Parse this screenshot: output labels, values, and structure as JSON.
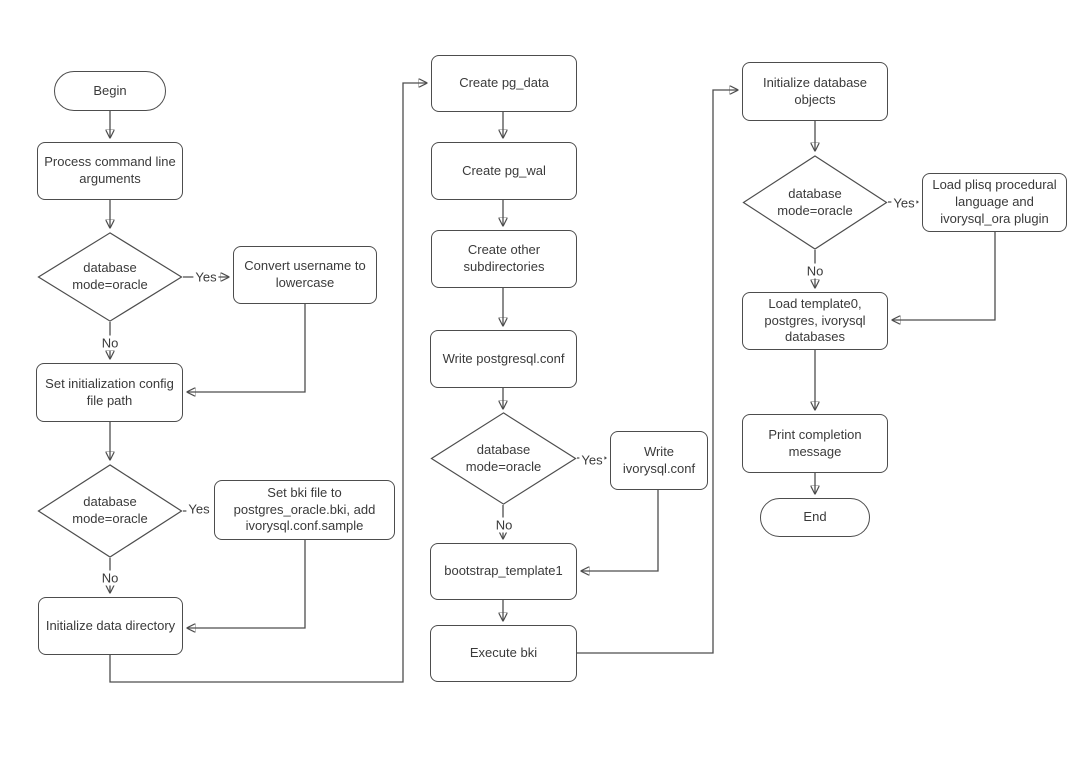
{
  "colors": {
    "background": "#ffffff",
    "node_fill": "#ffffff",
    "stroke": "#4d4d4d",
    "text": "#3a3a3a"
  },
  "nodes": {
    "begin": {
      "label": "Begin",
      "shape": "stadium"
    },
    "process_args": {
      "label": "Process command line arguments",
      "shape": "rect"
    },
    "decision1": {
      "label": "database mode=oracle",
      "shape": "diamond"
    },
    "convert_username": {
      "label": "Convert username to lowercase",
      "shape": "rect"
    },
    "set_init_config": {
      "label": "Set initialization config file path",
      "shape": "rect"
    },
    "decision2": {
      "label": "database mode=oracle",
      "shape": "diamond"
    },
    "set_bki": {
      "label": "Set bki file to postgres_oracle.bki, add ivorysql.conf.sample",
      "shape": "rect"
    },
    "init_data_dir": {
      "label": "Initialize data directory",
      "shape": "rect"
    },
    "create_pg_data": {
      "label": "Create pg_data",
      "shape": "rect"
    },
    "create_pg_wal": {
      "label": "Create pg_wal",
      "shape": "rect"
    },
    "create_subdirs": {
      "label": "Create other subdirectories",
      "shape": "rect"
    },
    "write_postgresql_conf": {
      "label": "Write postgresql.conf",
      "shape": "rect"
    },
    "decision3": {
      "label": "database mode=oracle",
      "shape": "diamond"
    },
    "write_ivorysql_conf": {
      "label": "Write ivorysql.conf",
      "shape": "rect"
    },
    "bootstrap_template1": {
      "label": "bootstrap_template1",
      "shape": "rect"
    },
    "execute_bki": {
      "label": "Execute bki",
      "shape": "rect"
    },
    "init_db_objects": {
      "label": "Initialize database objects",
      "shape": "rect"
    },
    "decision4": {
      "label": "database mode=oracle",
      "shape": "diamond"
    },
    "load_plisq": {
      "label": "Load plisq procedural language and ivorysql_ora plugin",
      "shape": "rect"
    },
    "load_databases": {
      "label": "Load template0, postgres, ivorysql databases",
      "shape": "rect"
    },
    "print_completion": {
      "label": "Print completion message",
      "shape": "rect"
    },
    "end": {
      "label": "End",
      "shape": "stadium"
    }
  },
  "edge_labels": {
    "decision1_yes": "Yes",
    "decision1_no": "No",
    "decision2_yes": "Yes",
    "decision2_no": "No",
    "decision3_yes": "Yes",
    "decision3_no": "No",
    "decision4_yes": "Yes",
    "decision4_no": "No"
  },
  "edges": [
    {
      "from": "begin",
      "to": "process_args",
      "label": ""
    },
    {
      "from": "process_args",
      "to": "decision1",
      "label": ""
    },
    {
      "from": "decision1",
      "to": "convert_username",
      "label": "Yes"
    },
    {
      "from": "decision1",
      "to": "set_init_config",
      "label": "No"
    },
    {
      "from": "convert_username",
      "to": "set_init_config",
      "label": ""
    },
    {
      "from": "set_init_config",
      "to": "decision2",
      "label": ""
    },
    {
      "from": "decision2",
      "to": "set_bki",
      "label": "Yes"
    },
    {
      "from": "decision2",
      "to": "init_data_dir",
      "label": "No"
    },
    {
      "from": "set_bki",
      "to": "init_data_dir",
      "label": ""
    },
    {
      "from": "init_data_dir",
      "to": "create_pg_data",
      "label": ""
    },
    {
      "from": "create_pg_data",
      "to": "create_pg_wal",
      "label": ""
    },
    {
      "from": "create_pg_wal",
      "to": "create_subdirs",
      "label": ""
    },
    {
      "from": "create_subdirs",
      "to": "write_postgresql_conf",
      "label": ""
    },
    {
      "from": "write_postgresql_conf",
      "to": "decision3",
      "label": ""
    },
    {
      "from": "decision3",
      "to": "write_ivorysql_conf",
      "label": "Yes"
    },
    {
      "from": "decision3",
      "to": "bootstrap_template1",
      "label": "No"
    },
    {
      "from": "write_ivorysql_conf",
      "to": "bootstrap_template1",
      "label": ""
    },
    {
      "from": "bootstrap_template1",
      "to": "execute_bki",
      "label": ""
    },
    {
      "from": "execute_bki",
      "to": "init_db_objects",
      "label": ""
    },
    {
      "from": "init_db_objects",
      "to": "decision4",
      "label": ""
    },
    {
      "from": "decision4",
      "to": "load_plisq",
      "label": "Yes"
    },
    {
      "from": "decision4",
      "to": "load_databases",
      "label": "No"
    },
    {
      "from": "load_plisq",
      "to": "load_databases",
      "label": ""
    },
    {
      "from": "load_databases",
      "to": "print_completion",
      "label": ""
    },
    {
      "from": "print_completion",
      "to": "end",
      "label": ""
    }
  ]
}
